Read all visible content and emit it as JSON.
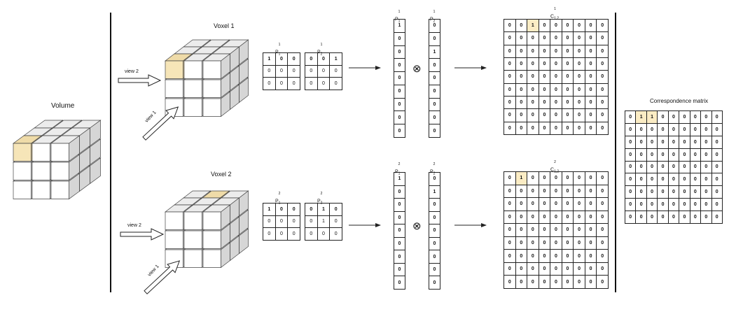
{
  "labels": {
    "volume": "Volume",
    "voxel1": "Voxel 1",
    "voxel2": "Voxel 2",
    "view1": "view 1",
    "view2": "view 2",
    "correspondence": "Correspondence matrix",
    "otimes": "⊗"
  },
  "symbols": {
    "P": "P",
    "C": "C",
    "sup1": "1",
    "sup2": "2",
    "sub1": "1",
    "sub2": "2",
    "sub12": "1,2"
  },
  "voxel1": {
    "p1_small": [
      [
        "1",
        "0",
        "0"
      ],
      [
        "0",
        "0",
        "0"
      ],
      [
        "0",
        "0",
        "0"
      ]
    ],
    "p2_small": [
      [
        "0",
        "0",
        "1"
      ],
      [
        "0",
        "0",
        "0"
      ],
      [
        "0",
        "0",
        "0"
      ]
    ],
    "p1_vec": [
      "1",
      "0",
      "0",
      "0",
      "0",
      "0",
      "0",
      "0",
      "0"
    ],
    "p2_vec": [
      "0",
      "0",
      "1",
      "0",
      "0",
      "0",
      "0",
      "0",
      "0"
    ],
    "c": [
      [
        "0",
        "0",
        "1",
        "0",
        "0",
        "0",
        "0",
        "0",
        "0"
      ],
      [
        "0",
        "0",
        "0",
        "0",
        "0",
        "0",
        "0",
        "0",
        "0"
      ],
      [
        "0",
        "0",
        "0",
        "0",
        "0",
        "0",
        "0",
        "0",
        "0"
      ],
      [
        "0",
        "0",
        "0",
        "0",
        "0",
        "0",
        "0",
        "0",
        "0"
      ],
      [
        "0",
        "0",
        "0",
        "0",
        "0",
        "0",
        "0",
        "0",
        "0"
      ],
      [
        "0",
        "0",
        "0",
        "0",
        "0",
        "0",
        "0",
        "0",
        "0"
      ],
      [
        "0",
        "0",
        "0",
        "0",
        "0",
        "0",
        "0",
        "0",
        "0"
      ],
      [
        "0",
        "0",
        "0",
        "0",
        "0",
        "0",
        "0",
        "0",
        "0"
      ],
      [
        "0",
        "0",
        "0",
        "0",
        "0",
        "0",
        "0",
        "0",
        "0"
      ]
    ]
  },
  "voxel2": {
    "p1_small": [
      [
        "1",
        "0",
        "0"
      ],
      [
        "0",
        "0",
        "0"
      ],
      [
        "0",
        "0",
        "0"
      ]
    ],
    "p2_small": [
      [
        "0",
        "1",
        "0"
      ],
      [
        "0",
        "1",
        "0"
      ],
      [
        "0",
        "0",
        "0"
      ]
    ],
    "p1_vec": [
      "1",
      "0",
      "0",
      "0",
      "0",
      "0",
      "0",
      "0",
      "0"
    ],
    "p2_vec": [
      "0",
      "1",
      "0",
      "0",
      "0",
      "0",
      "0",
      "0",
      "0"
    ],
    "c": [
      [
        "0",
        "1",
        "0",
        "0",
        "0",
        "0",
        "0",
        "0",
        "0"
      ],
      [
        "0",
        "0",
        "0",
        "0",
        "0",
        "0",
        "0",
        "0",
        "0"
      ],
      [
        "0",
        "0",
        "0",
        "0",
        "0",
        "0",
        "0",
        "0",
        "0"
      ],
      [
        "0",
        "0",
        "0",
        "0",
        "0",
        "0",
        "0",
        "0",
        "0"
      ],
      [
        "0",
        "0",
        "0",
        "0",
        "0",
        "0",
        "0",
        "0",
        "0"
      ],
      [
        "0",
        "0",
        "0",
        "0",
        "0",
        "0",
        "0",
        "0",
        "0"
      ],
      [
        "0",
        "0",
        "0",
        "0",
        "0",
        "0",
        "0",
        "0",
        "0"
      ],
      [
        "0",
        "0",
        "0",
        "0",
        "0",
        "0",
        "0",
        "0",
        "0"
      ],
      [
        "0",
        "0",
        "0",
        "0",
        "0",
        "0",
        "0",
        "0",
        "0"
      ]
    ]
  },
  "correspondence": [
    [
      "0",
      "1",
      "1",
      "0",
      "0",
      "0",
      "0",
      "0",
      "0"
    ],
    [
      "0",
      "0",
      "0",
      "0",
      "0",
      "0",
      "0",
      "0",
      "0"
    ],
    [
      "0",
      "0",
      "0",
      "0",
      "0",
      "0",
      "0",
      "0",
      "0"
    ],
    [
      "0",
      "0",
      "0",
      "0",
      "0",
      "0",
      "0",
      "0",
      "0"
    ],
    [
      "0",
      "0",
      "0",
      "0",
      "0",
      "0",
      "0",
      "0",
      "0"
    ],
    [
      "0",
      "0",
      "0",
      "0",
      "0",
      "0",
      "0",
      "0",
      "0"
    ],
    [
      "0",
      "0",
      "0",
      "0",
      "0",
      "0",
      "0",
      "0",
      "0"
    ],
    [
      "0",
      "0",
      "0",
      "0",
      "0",
      "0",
      "0",
      "0",
      "0"
    ],
    [
      "0",
      "0",
      "0",
      "0",
      "0",
      "0",
      "0",
      "0",
      "0"
    ]
  ],
  "colors": {
    "highlight": "#fbecc4",
    "highlight_cube": "#f6e5b8",
    "cube_front": "#ffffff",
    "cube_top": "#ececec",
    "cube_side": "#d6d6d6",
    "line": "#222222"
  }
}
